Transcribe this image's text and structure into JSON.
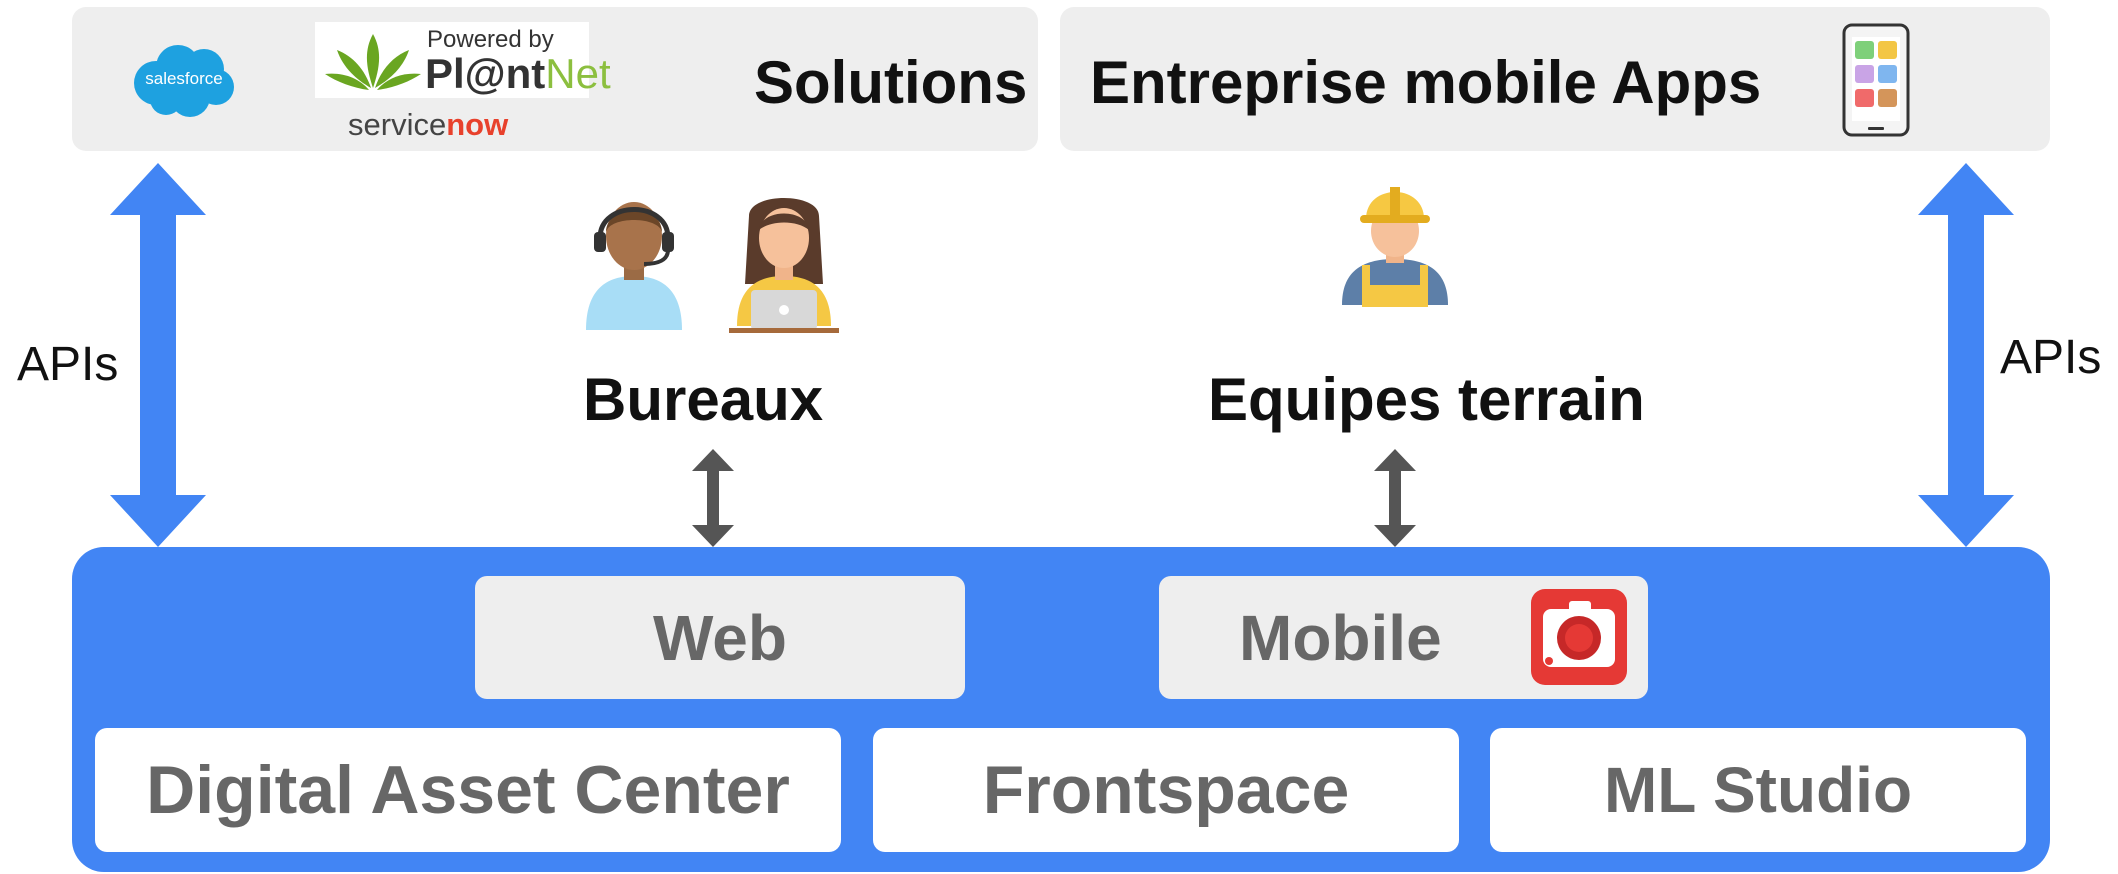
{
  "top": {
    "solutions_label": "Solutions",
    "entreprise_label": "Entreprise mobile Apps",
    "logos": {
      "salesforce": "salesforce",
      "plantnet_powered": "Powered by",
      "plantnet_brand_a": "Pl@nt",
      "plantnet_brand_b": "Net",
      "servicenow_a": "service",
      "servicenow_b": "now"
    }
  },
  "apis_left": "APIs",
  "apis_right": "APIs",
  "users": {
    "bureaux": "Bureaux",
    "equipes": "Equipes terrain"
  },
  "platform": {
    "web": "Web",
    "mobile": "Mobile",
    "modules": [
      "Digital Asset Center",
      "Frontspace",
      "ML Studio"
    ]
  },
  "icons": [
    "salesforce-logo",
    "plantnet-logo",
    "servicenow-logo",
    "smartphone-icon",
    "call-agent-icon",
    "office-worker-icon",
    "field-worker-icon",
    "camera-app-icon",
    "double-arrow-icon"
  ],
  "colors": {
    "accent": "#4285f4",
    "panel": "#eeeeee",
    "module_text": "#676767",
    "connector": "#555555"
  }
}
